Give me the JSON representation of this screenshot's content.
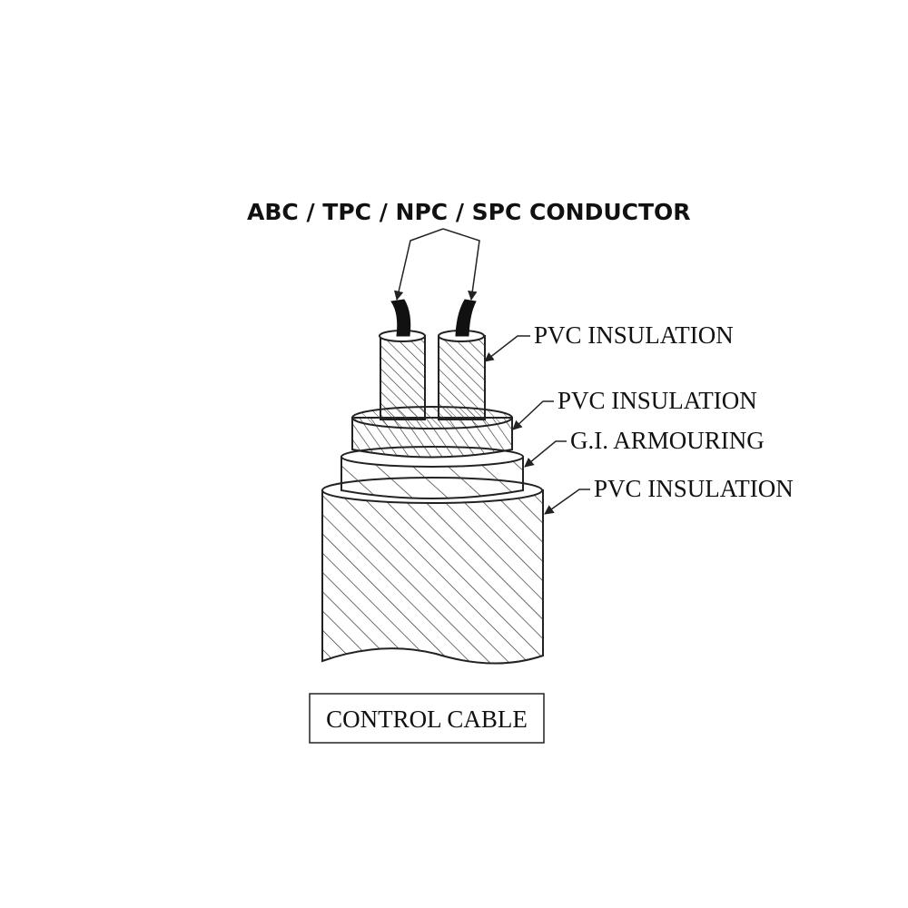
{
  "labels": {
    "conductor": "ABC / TPC / NPC / SPC CONDUCTOR",
    "inner_insulation": "PVC INSULATION",
    "bedding_insulation": "PVC INSULATION",
    "armouring": "G.I. ARMOURING",
    "outer_sheath": "PVC INSULATION"
  },
  "title": "CONTROL CABLE",
  "colors": {
    "line": "#222222",
    "hatch": "#333333",
    "conductor": "#111111",
    "background": "#ffffff"
  }
}
